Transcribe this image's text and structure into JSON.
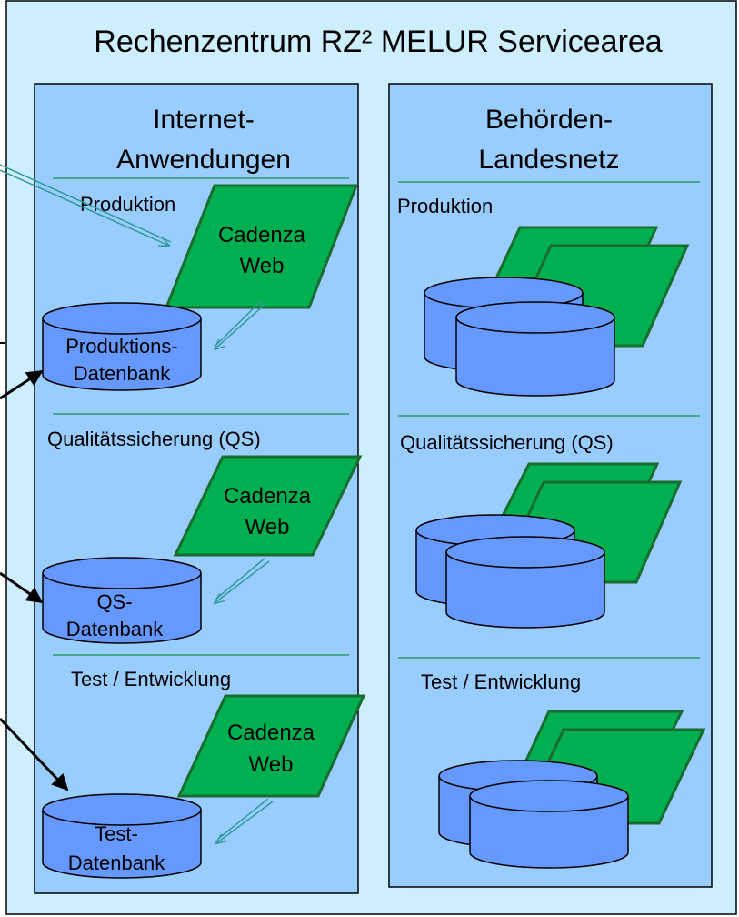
{
  "title": "Rechenzentrum RZ² MELUR Servicearea",
  "left_panel": {
    "heading_line1": "Internet-",
    "heading_line2": "Anwendungen",
    "sections": [
      {
        "label": "Produktion",
        "app_line1": "Cadenza",
        "app_line2": "Web",
        "db_line1": "Produktions-",
        "db_line2": "Datenbank"
      },
      {
        "label": "Qualitätssicherung (QS)",
        "app_line1": "Cadenza",
        "app_line2": "Web",
        "db_line1": "QS-",
        "db_line2": "Datenbank"
      },
      {
        "label": "Test / Entwicklung",
        "app_line1": "Cadenza",
        "app_line2": "Web",
        "db_line1": "Test-",
        "db_line2": "Datenbank"
      }
    ]
  },
  "right_panel": {
    "heading_line1": "Behörden-",
    "heading_line2": "Landesnetz",
    "sections": [
      {
        "label": "Produktion"
      },
      {
        "label": "Qualitätssicherung (QS)"
      },
      {
        "label": "Test / Entwicklung"
      }
    ]
  },
  "colors": {
    "outer_fill": "#cceeff",
    "panel_fill": "#99ccff",
    "app_fill": "#00b050",
    "app_stroke": "#1a6b2e",
    "db_fill": "#6699ff",
    "divider": "#339966",
    "connector": "#339999"
  }
}
